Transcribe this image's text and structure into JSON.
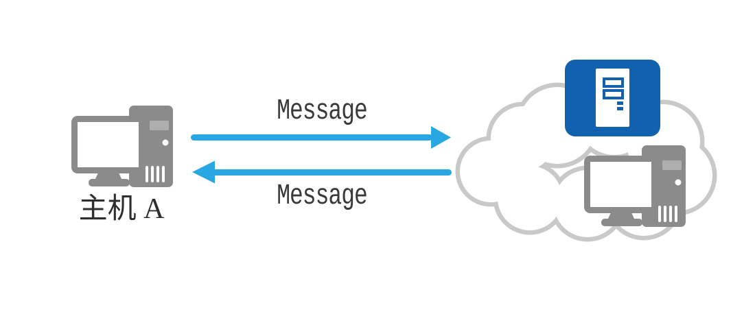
{
  "host_a": {
    "label": "主机 A",
    "icon": "desktop-computer-icon"
  },
  "messages": {
    "to_network": {
      "label": "Message",
      "direction": "right"
    },
    "from_network": {
      "label": "Message",
      "direction": "left"
    }
  },
  "network_cloud": {
    "icon": "cloud-icon",
    "contains": {
      "server": "server-icon",
      "remote_host": "desktop-computer-icon"
    }
  },
  "colors": {
    "arrow_blue": "#29a7e2",
    "server_blue": "#1261ae",
    "device_gray": "#8b8b8b",
    "cloud_outline": "#c9c9c9",
    "message_text": "#3a3a3a",
    "label_text": "#2e2e2e"
  }
}
